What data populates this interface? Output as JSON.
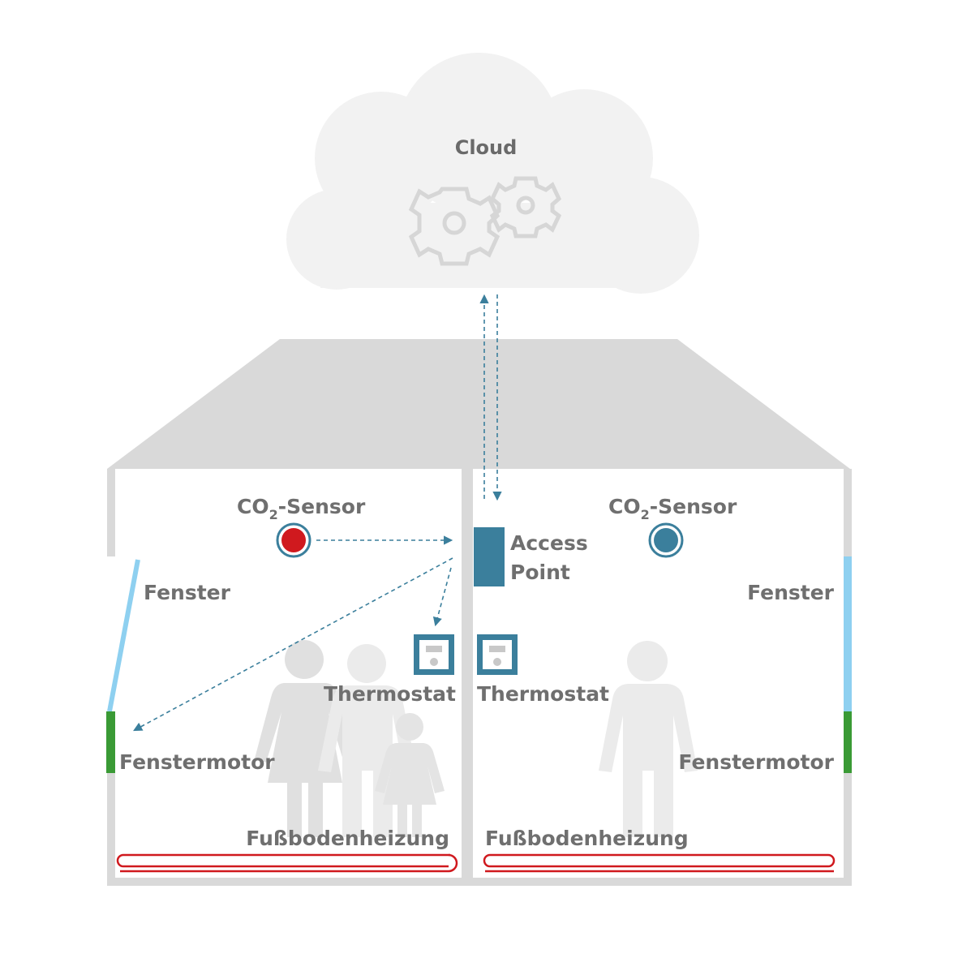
{
  "labels": {
    "cloud": "Cloud",
    "co2_prefix": "CO",
    "co2_sub": "2",
    "co2_suffix": "-Sensor",
    "access_point_line1": "Access",
    "access_point_line2": "Point",
    "window": "Fenster",
    "window_motor": "Fenstermotor",
    "thermostat": "Thermostat",
    "floor_heating": "Fußbodenheizung"
  },
  "rooms": {
    "left": {
      "co2_state": "alarm",
      "window_state": "open",
      "occupants": 3
    },
    "right": {
      "co2_state": "normal",
      "window_state": "closed",
      "occupants": 1
    }
  },
  "colors": {
    "wall": "#d9d9d9",
    "roof": "#d9d9d9",
    "cloud": "#f2f2f2",
    "gear": "#d6d6d6",
    "device_teal": "#3b7f9c",
    "co2_alarm": "#d0191e",
    "window_glass": "#8ed0f0",
    "window_motor": "#3a9a35",
    "floor_heating": "#d0191e",
    "person": "#e6e6e6",
    "label_text": "#6f6f6f"
  }
}
